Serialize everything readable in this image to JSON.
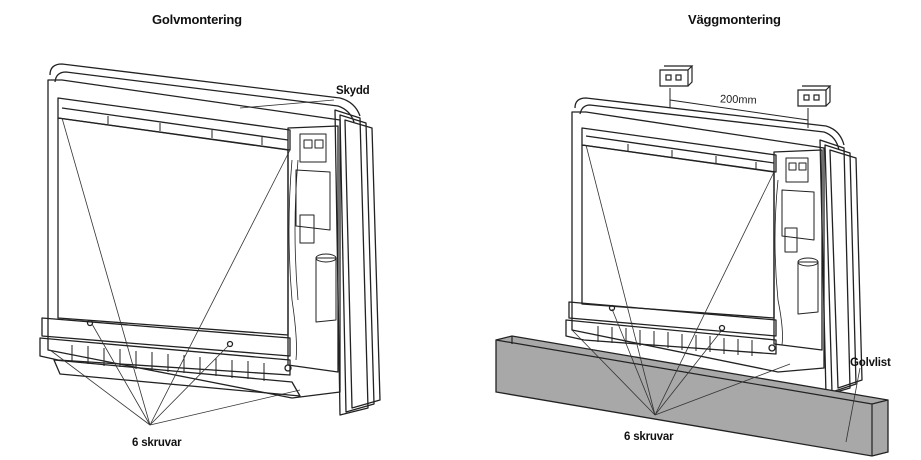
{
  "left_panel": {
    "title": "Golvmontering",
    "guard_label": "Skydd",
    "screws_label": "6 skruvar"
  },
  "right_panel": {
    "title": "Väggmontering",
    "distance_label": "200mm",
    "screws_label": "6 skruvar",
    "baseboard_label": "Golvlist"
  },
  "colors": {
    "line": "#222222",
    "baseboard_fill": "#a8a8a8"
  }
}
